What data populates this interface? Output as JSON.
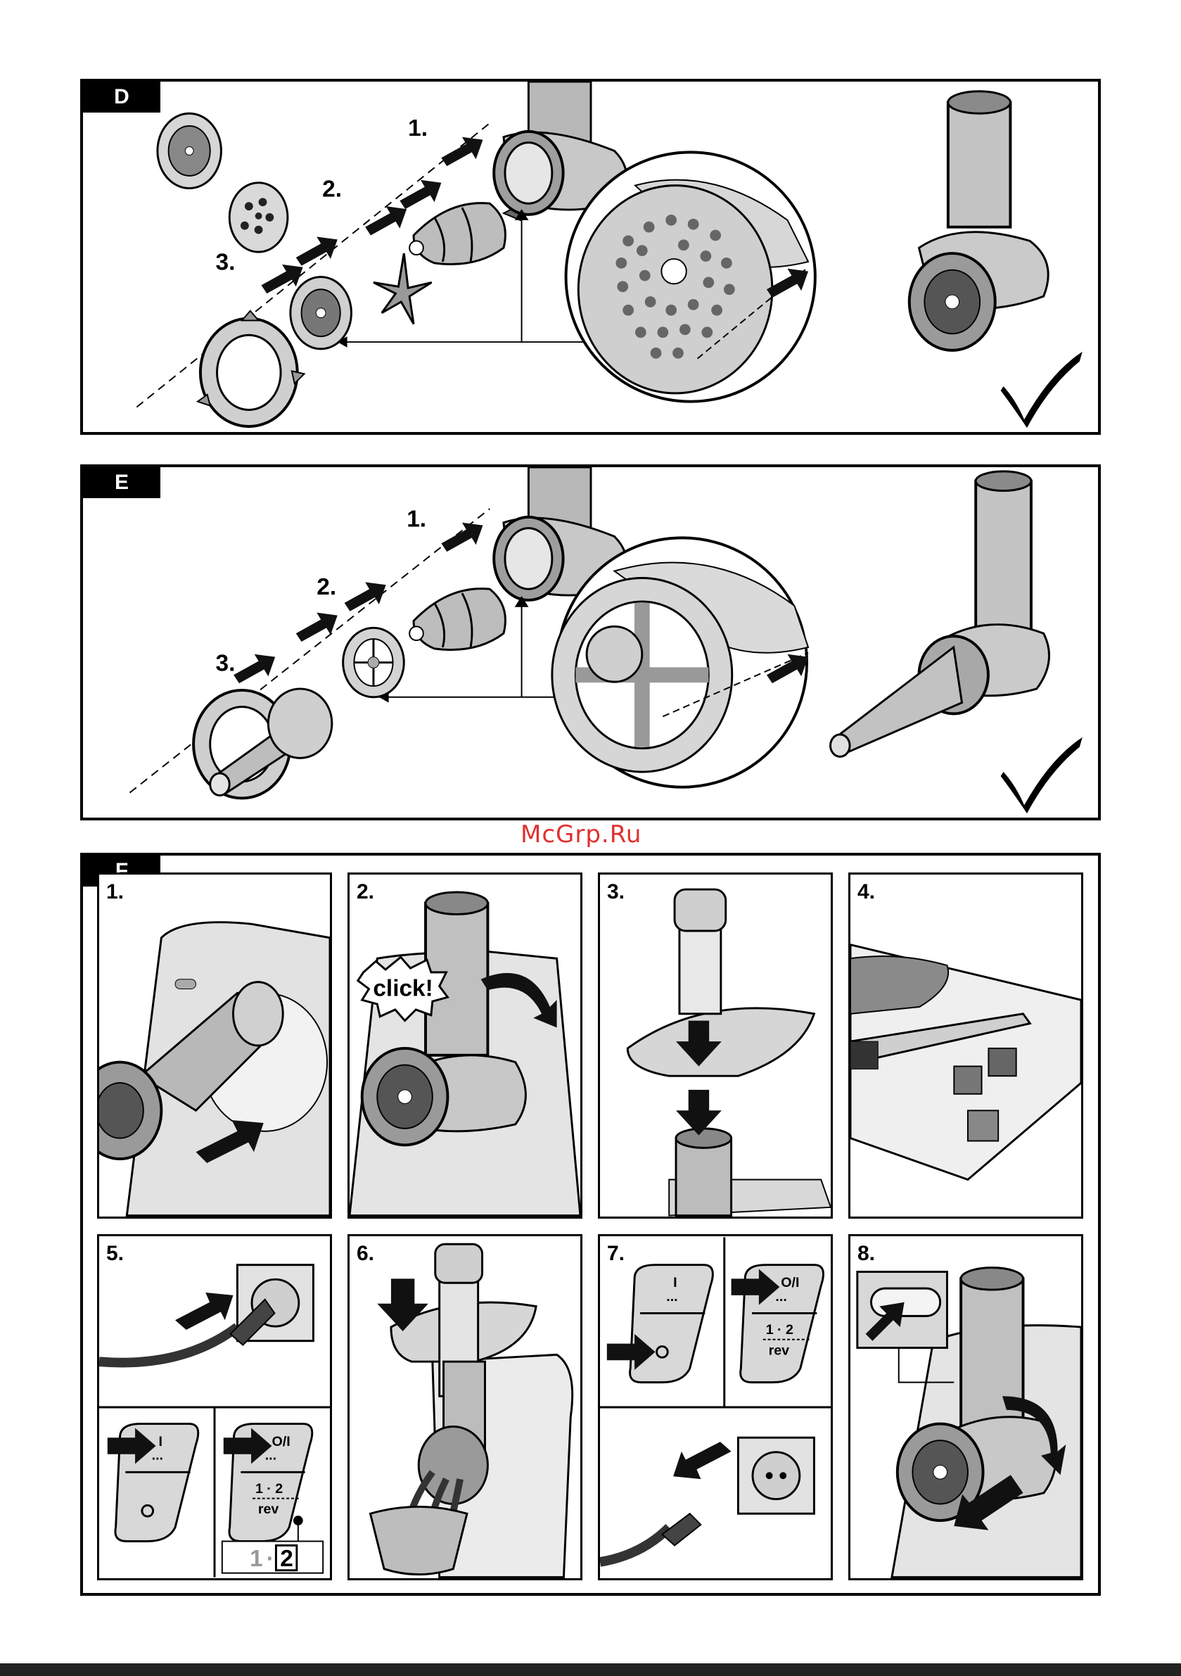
{
  "sections": {
    "d": {
      "label": "D",
      "steps": [
        "1.",
        "2.",
        "3."
      ]
    },
    "e": {
      "label": "E",
      "steps": [
        "1.",
        "2.",
        "3."
      ]
    },
    "f": {
      "label": "F"
    }
  },
  "watermark": "McGrp.Ru",
  "panels": [
    {
      "num": "1."
    },
    {
      "num": "2.",
      "callout": "click!"
    },
    {
      "num": "3."
    },
    {
      "num": "4."
    },
    {
      "num": "5.",
      "switch_left": {
        "top": "I",
        "dots": "..."
      },
      "switch_right": {
        "top": "O/I",
        "dots": "...",
        "mid": "1 · 2",
        "bottom": "rev"
      },
      "speed_box": {
        "low": "1",
        "sep": "·",
        "high": "2"
      }
    },
    {
      "num": "6."
    },
    {
      "num": "7.",
      "switch_left": {
        "top": "I",
        "dots": "..."
      },
      "switch_right": {
        "top": "O/I",
        "dots": "...",
        "mid": "1 · 2",
        "bottom": "rev"
      }
    },
    {
      "num": "8."
    }
  ]
}
